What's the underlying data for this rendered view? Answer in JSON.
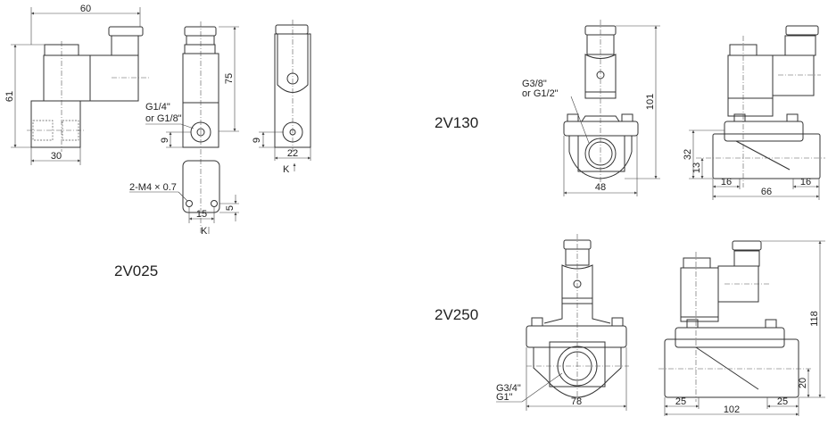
{
  "models": {
    "v025": {
      "label": "2V025",
      "dims": {
        "width": "60",
        "height": "61",
        "base": "30",
        "overall": "75",
        "port_offset": "9",
        "port_offset_side": "9",
        "body_width": "22",
        "hole_spacing": "15",
        "hole_offset": "5"
      },
      "port_label_1": "G1/4\"",
      "port_label_2": "or G1/8\"",
      "mount_label": "2-M4 × 0.7",
      "view_k": "K",
      "view_k2": "K"
    },
    "v130": {
      "label": "2V130",
      "dims": {
        "height": "101",
        "width": "48",
        "body_height": "32",
        "port_height": "13",
        "port_left": "16",
        "length": "66",
        "port_right": "16"
      },
      "port_label_1": "G3/8\"",
      "port_label_2": "or G1/2\""
    },
    "v250": {
      "label": "2V250",
      "dims": {
        "width": "78",
        "height": "118",
        "port_height": "20",
        "port_left": "25",
        "length": "102",
        "port_right": "25"
      },
      "port_label_1": "G3/4\"",
      "port_label_2": "G1\""
    }
  }
}
